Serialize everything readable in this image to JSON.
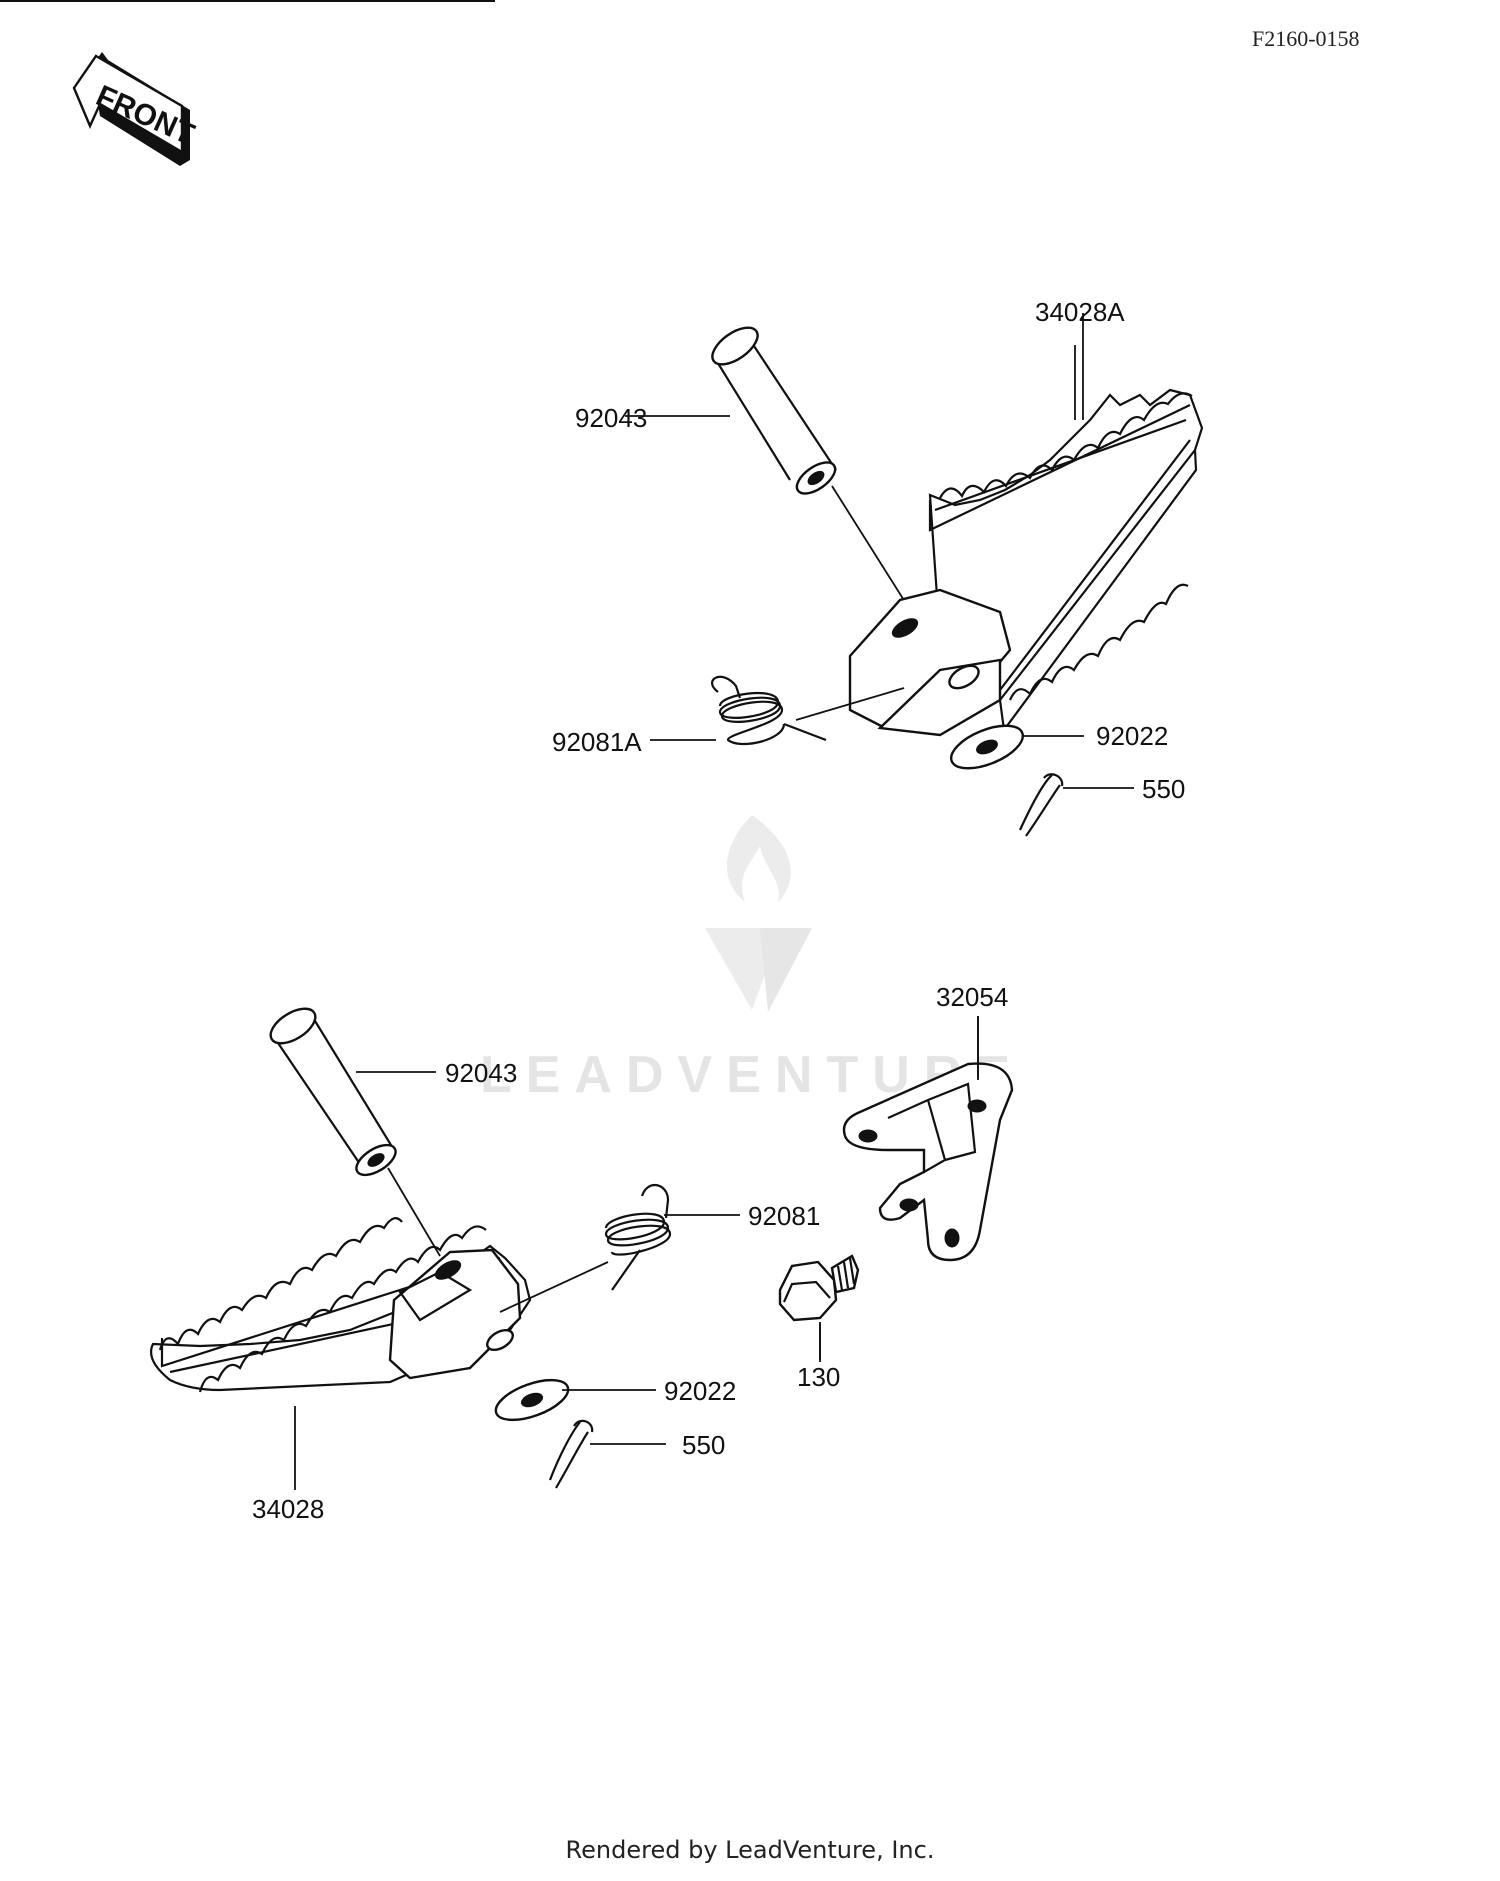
{
  "drawing_code": "F2160-0158",
  "front_label": "FRONT",
  "watermark": "LEADVENTURE",
  "footer": "Rendered by LeadVenture, Inc.",
  "parts": {
    "footpeg_upper": "34028A",
    "pin_upper": "92043",
    "spring_upper": "92081A",
    "washer_upper": "92022",
    "cotter_upper": "550",
    "bracket": "32054",
    "pin_lower": "92043",
    "spring_lower": "92081",
    "bolt": "130",
    "washer_lower": "92022",
    "cotter_lower": "550",
    "footpeg_lower": "34028"
  }
}
